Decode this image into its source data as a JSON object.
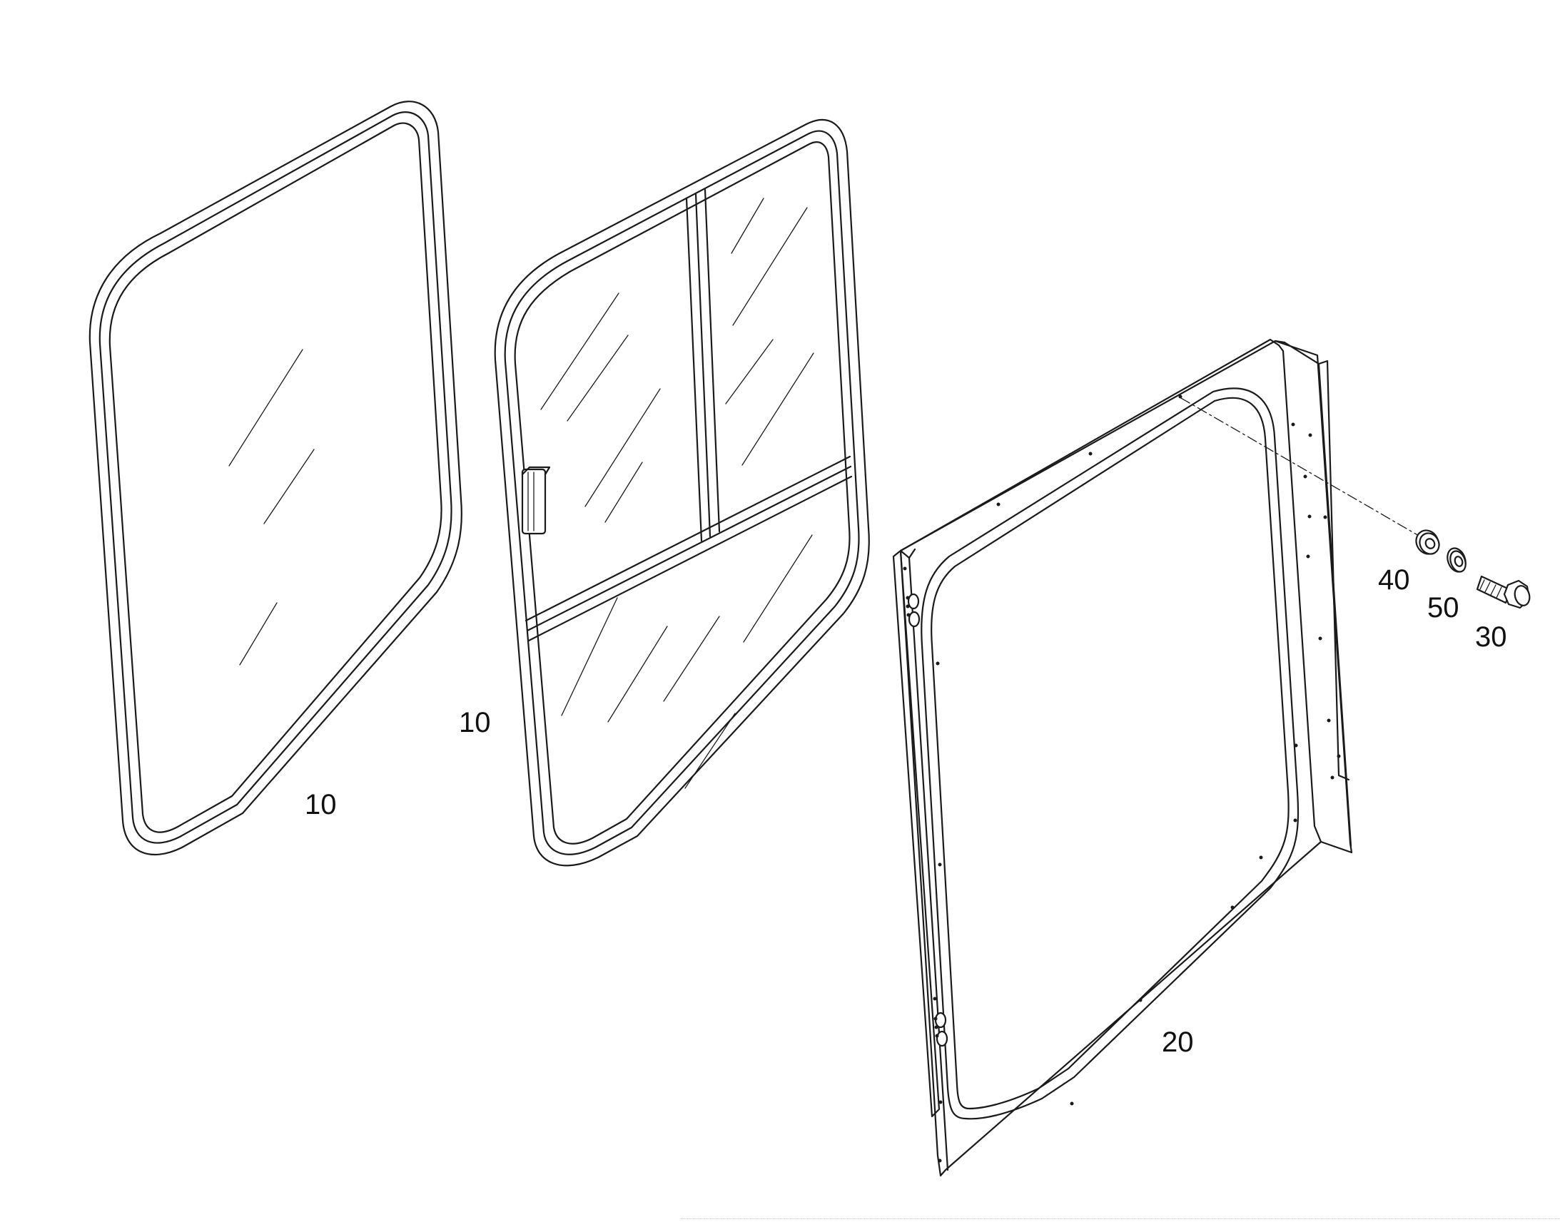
{
  "figure": {
    "callouts": {
      "pane_left": "10",
      "pane_middle": "10",
      "frame": "20",
      "washer_40": "40",
      "washer_50": "50",
      "bolt_30": "30"
    }
  },
  "colors": {
    "line": "#1a1a1a",
    "background": "#ffffff"
  }
}
